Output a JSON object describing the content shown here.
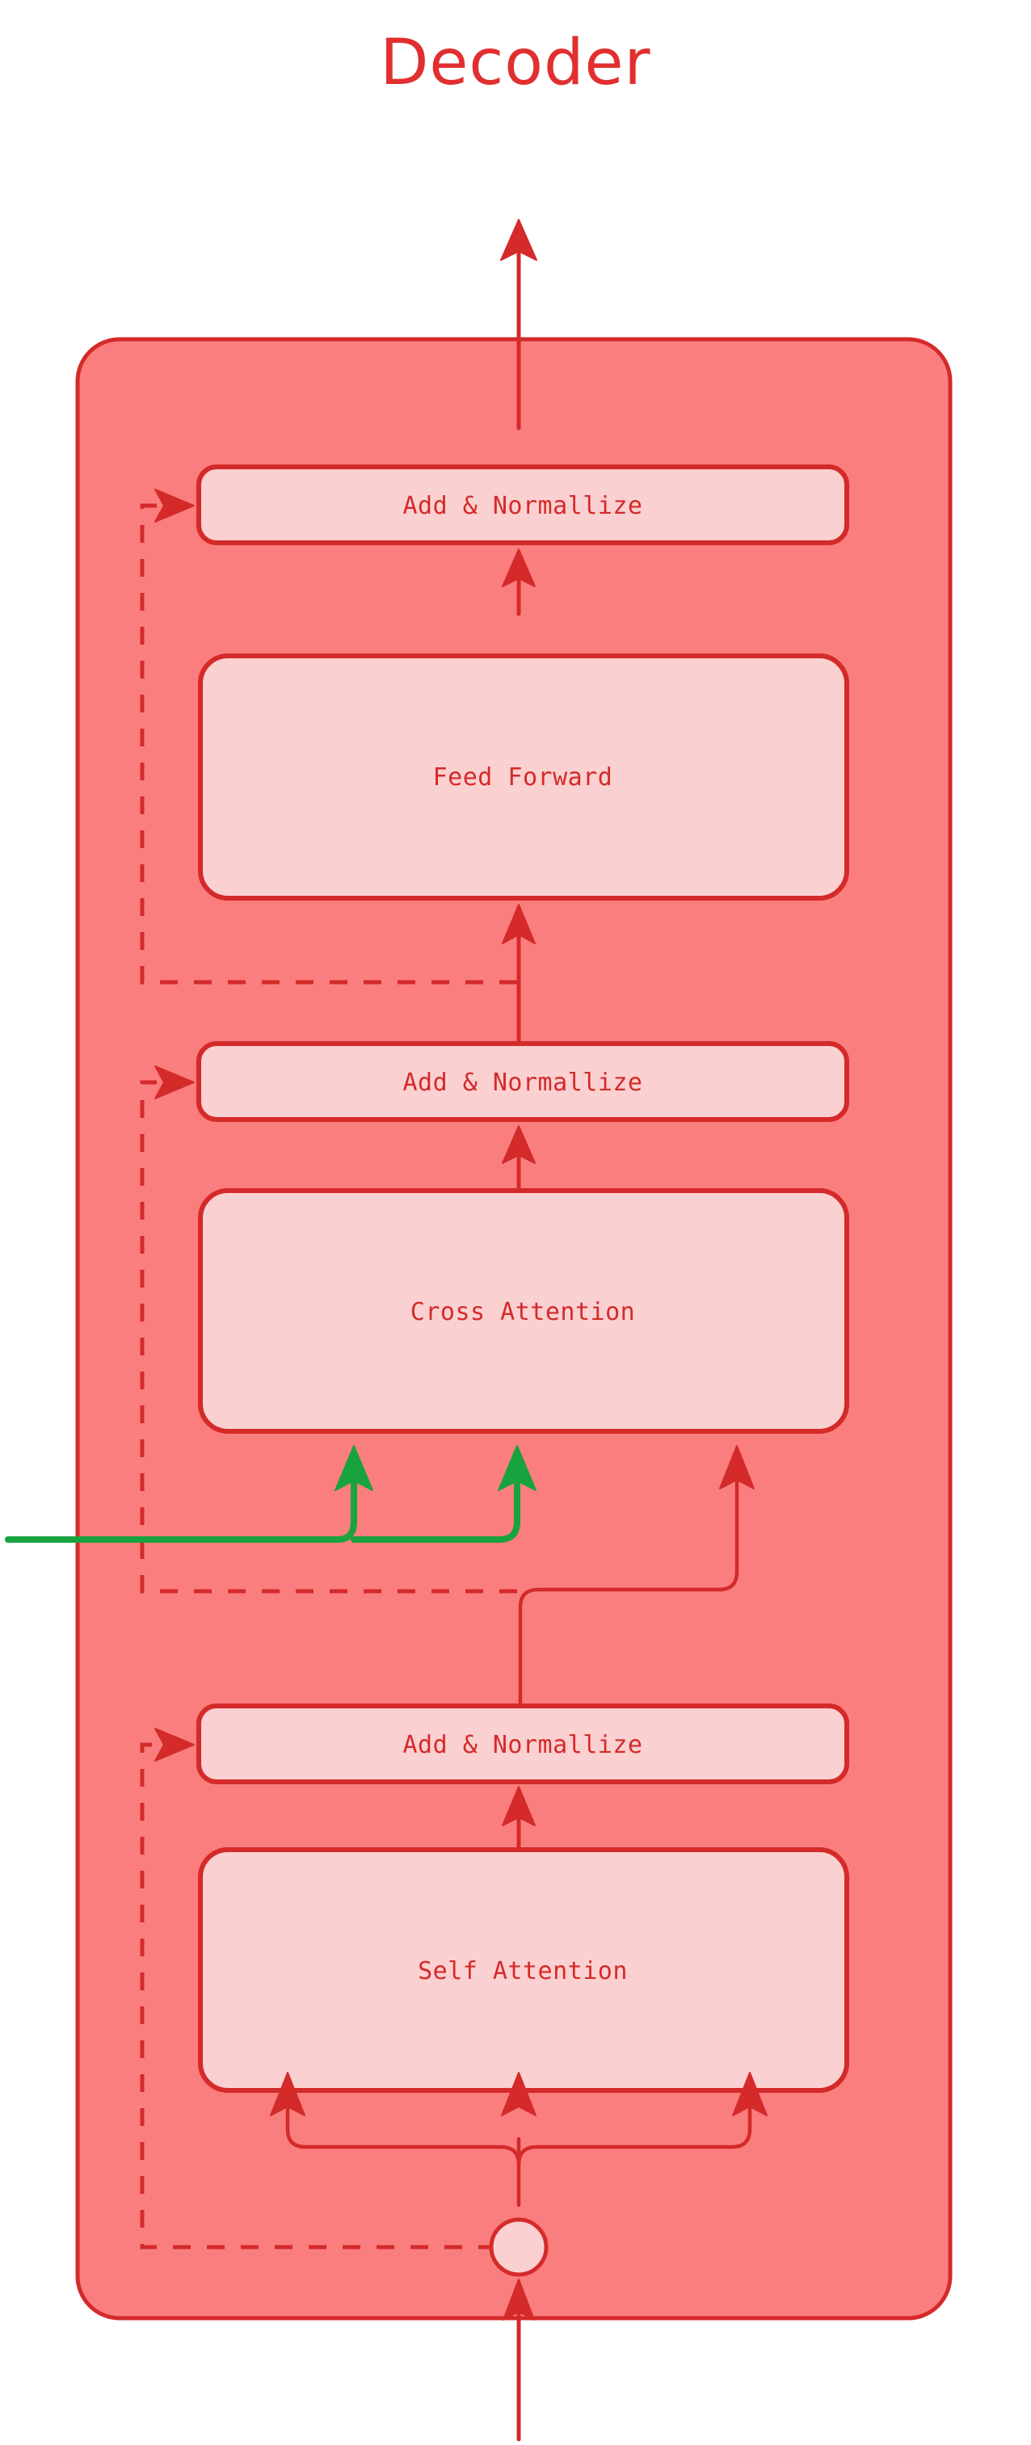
{
  "page": {
    "title": "Decoder",
    "background_color": "#ffffff"
  },
  "colors": {
    "accent_red": "#e12f2f",
    "stroke_red": "#d42a2a",
    "shell_fill": "#fb7e7e",
    "box_fill": "#fbd0d0",
    "encoder_green": "#19a33f"
  },
  "diagram": {
    "type": "transformer-decoder-block",
    "container_name": "decoder-block",
    "blocks": [
      {
        "id": "add-norm-top",
        "label": "Add & Normallize",
        "kind": "add-norm",
        "order": 1
      },
      {
        "id": "feed-forward",
        "label": "Feed Forward",
        "kind": "sublayer",
        "order": 2
      },
      {
        "id": "add-norm-middle",
        "label": "Add & Normallize",
        "kind": "add-norm",
        "order": 3
      },
      {
        "id": "cross-attention",
        "label": "Cross Attention",
        "kind": "sublayer",
        "order": 4
      },
      {
        "id": "add-norm-bottom",
        "label": "Add & Normallize",
        "kind": "add-norm",
        "order": 5
      },
      {
        "id": "self-attention",
        "label": "Self Attention",
        "kind": "sublayer",
        "order": 6
      }
    ],
    "nodes": [
      {
        "id": "input-split-node",
        "kind": "junction-circle"
      }
    ],
    "connections": [
      {
        "id": "input-arrow",
        "kind": "solid-arrow",
        "color": "#d42a2a",
        "from": "decoder-input",
        "to": "input-split-node"
      },
      {
        "id": "self-attn-qkv",
        "kind": "solid-arrow",
        "color": "#d42a2a",
        "from": "input-split-node",
        "to": "self-attention",
        "fan": 3
      },
      {
        "id": "self-attn-to-addnorm",
        "kind": "solid-arrow",
        "color": "#d42a2a",
        "from": "self-attention",
        "to": "add-norm-bottom"
      },
      {
        "id": "residual-bottom",
        "kind": "dashed-arrow",
        "color": "#d42a2a",
        "from": "input-split-node",
        "to": "add-norm-bottom"
      },
      {
        "id": "cross-attn-query",
        "kind": "solid-arrow",
        "color": "#d42a2a",
        "from": "add-norm-bottom",
        "to": "cross-attention"
      },
      {
        "id": "encoder-keys-values",
        "kind": "solid-arrow",
        "color": "#19a33f",
        "from": "encoder-output",
        "to": "cross-attention",
        "fan": 2
      },
      {
        "id": "cross-attn-to-addnorm",
        "kind": "solid-arrow",
        "color": "#d42a2a",
        "from": "cross-attention",
        "to": "add-norm-middle"
      },
      {
        "id": "residual-middle",
        "kind": "dashed-arrow",
        "color": "#d42a2a",
        "from": "add-norm-bottom",
        "to": "add-norm-middle"
      },
      {
        "id": "addnorm-to-ff",
        "kind": "solid-arrow",
        "color": "#d42a2a",
        "from": "add-norm-middle",
        "to": "feed-forward"
      },
      {
        "id": "ff-to-addnorm",
        "kind": "solid-arrow",
        "color": "#d42a2a",
        "from": "feed-forward",
        "to": "add-norm-top"
      },
      {
        "id": "residual-top",
        "kind": "dashed-arrow",
        "color": "#d42a2a",
        "from": "add-norm-middle",
        "to": "add-norm-top"
      },
      {
        "id": "output-arrow",
        "kind": "solid-arrow",
        "color": "#d42a2a",
        "from": "add-norm-top",
        "to": "decoder-output"
      }
    ]
  }
}
